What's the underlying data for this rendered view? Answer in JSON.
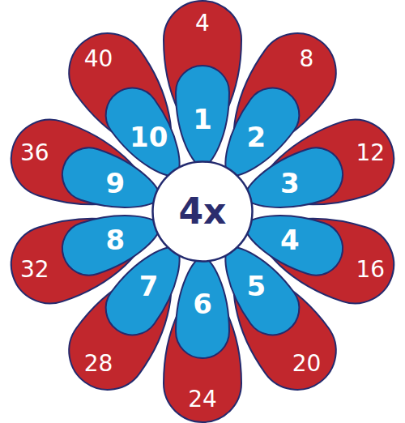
{
  "diagram": {
    "nodes": [
      {
        "text": [
          "4x"
        ]
      },
      {
        "text": [
          "1"
        ]
      },
      {
        "text": [
          "2"
        ]
      },
      {
        "text": [
          "3"
        ]
      },
      {
        "text": [
          "4"
        ]
      },
      {
        "text": [
          "5"
        ]
      },
      {
        "text": [
          "6"
        ]
      },
      {
        "text": [
          "7"
        ]
      },
      {
        "text": [
          "8"
        ]
      },
      {
        "text": [
          "9"
        ]
      },
      {
        "text": [
          "10"
        ]
      },
      {
        "text": [
          "4"
        ]
      },
      {
        "text": [
          "8"
        ]
      },
      {
        "text": [
          "12"
        ]
      },
      {
        "text": [
          "16"
        ]
      },
      {
        "text": [
          "20"
        ]
      },
      {
        "text": [
          "24"
        ]
      },
      {
        "text": [
          "28"
        ]
      },
      {
        "text": [
          "32"
        ]
      },
      {
        "text": [
          "36"
        ]
      },
      {
        "text": [
          "40"
        ]
      }
    ]
  }
}
